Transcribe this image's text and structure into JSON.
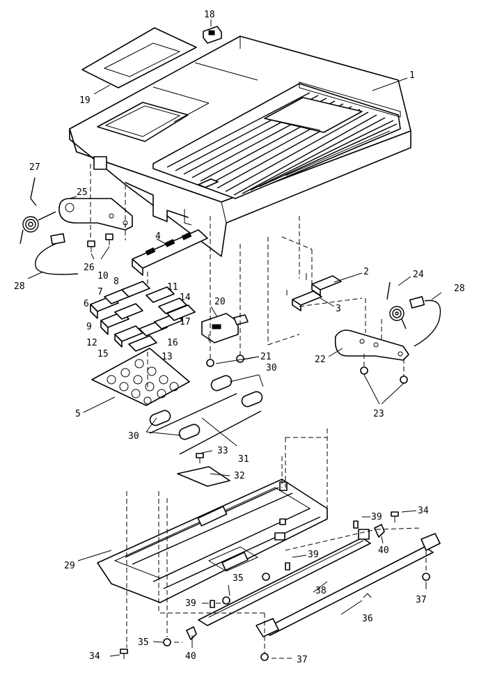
{
  "diagram": {
    "type": "exploded-parts-view",
    "callouts": [
      {
        "id": "c1",
        "text": "1"
      },
      {
        "id": "c2",
        "text": "2"
      },
      {
        "id": "c3",
        "text": "3"
      },
      {
        "id": "c4",
        "text": "4"
      },
      {
        "id": "c5",
        "text": "5"
      },
      {
        "id": "c6",
        "text": "6"
      },
      {
        "id": "c7",
        "text": "7"
      },
      {
        "id": "c8",
        "text": "8"
      },
      {
        "id": "c9",
        "text": "9"
      },
      {
        "id": "c10",
        "text": "10"
      },
      {
        "id": "c11",
        "text": "11"
      },
      {
        "id": "c12",
        "text": "12"
      },
      {
        "id": "c13",
        "text": "13"
      },
      {
        "id": "c14",
        "text": "14"
      },
      {
        "id": "c15",
        "text": "15"
      },
      {
        "id": "c16",
        "text": "16"
      },
      {
        "id": "c17",
        "text": "17"
      },
      {
        "id": "c18",
        "text": "18"
      },
      {
        "id": "c19",
        "text": "19"
      },
      {
        "id": "c20",
        "text": "20"
      },
      {
        "id": "c21",
        "text": "21"
      },
      {
        "id": "c22",
        "text": "22"
      },
      {
        "id": "c23",
        "text": "23"
      },
      {
        "id": "c24",
        "text": "24"
      },
      {
        "id": "c25",
        "text": "25"
      },
      {
        "id": "c26",
        "text": "26"
      },
      {
        "id": "c27",
        "text": "27"
      },
      {
        "id": "c28a",
        "text": "28"
      },
      {
        "id": "c28b",
        "text": "28"
      },
      {
        "id": "c29",
        "text": "29"
      },
      {
        "id": "c30a",
        "text": "30"
      },
      {
        "id": "c30b",
        "text": "30"
      },
      {
        "id": "c31",
        "text": "31"
      },
      {
        "id": "c32",
        "text": "32"
      },
      {
        "id": "c33",
        "text": "33"
      },
      {
        "id": "c34a",
        "text": "34"
      },
      {
        "id": "c34b",
        "text": "34"
      },
      {
        "id": "c35a",
        "text": "35"
      },
      {
        "id": "c35b",
        "text": "35"
      },
      {
        "id": "c36",
        "text": "36"
      },
      {
        "id": "c37a",
        "text": "37"
      },
      {
        "id": "c37b",
        "text": "37"
      },
      {
        "id": "c38",
        "text": "38"
      },
      {
        "id": "c39a",
        "text": "39"
      },
      {
        "id": "c39b",
        "text": "39"
      },
      {
        "id": "c39c",
        "text": "39"
      },
      {
        "id": "c40a",
        "text": "40"
      },
      {
        "id": "c40b",
        "text": "40"
      }
    ]
  }
}
